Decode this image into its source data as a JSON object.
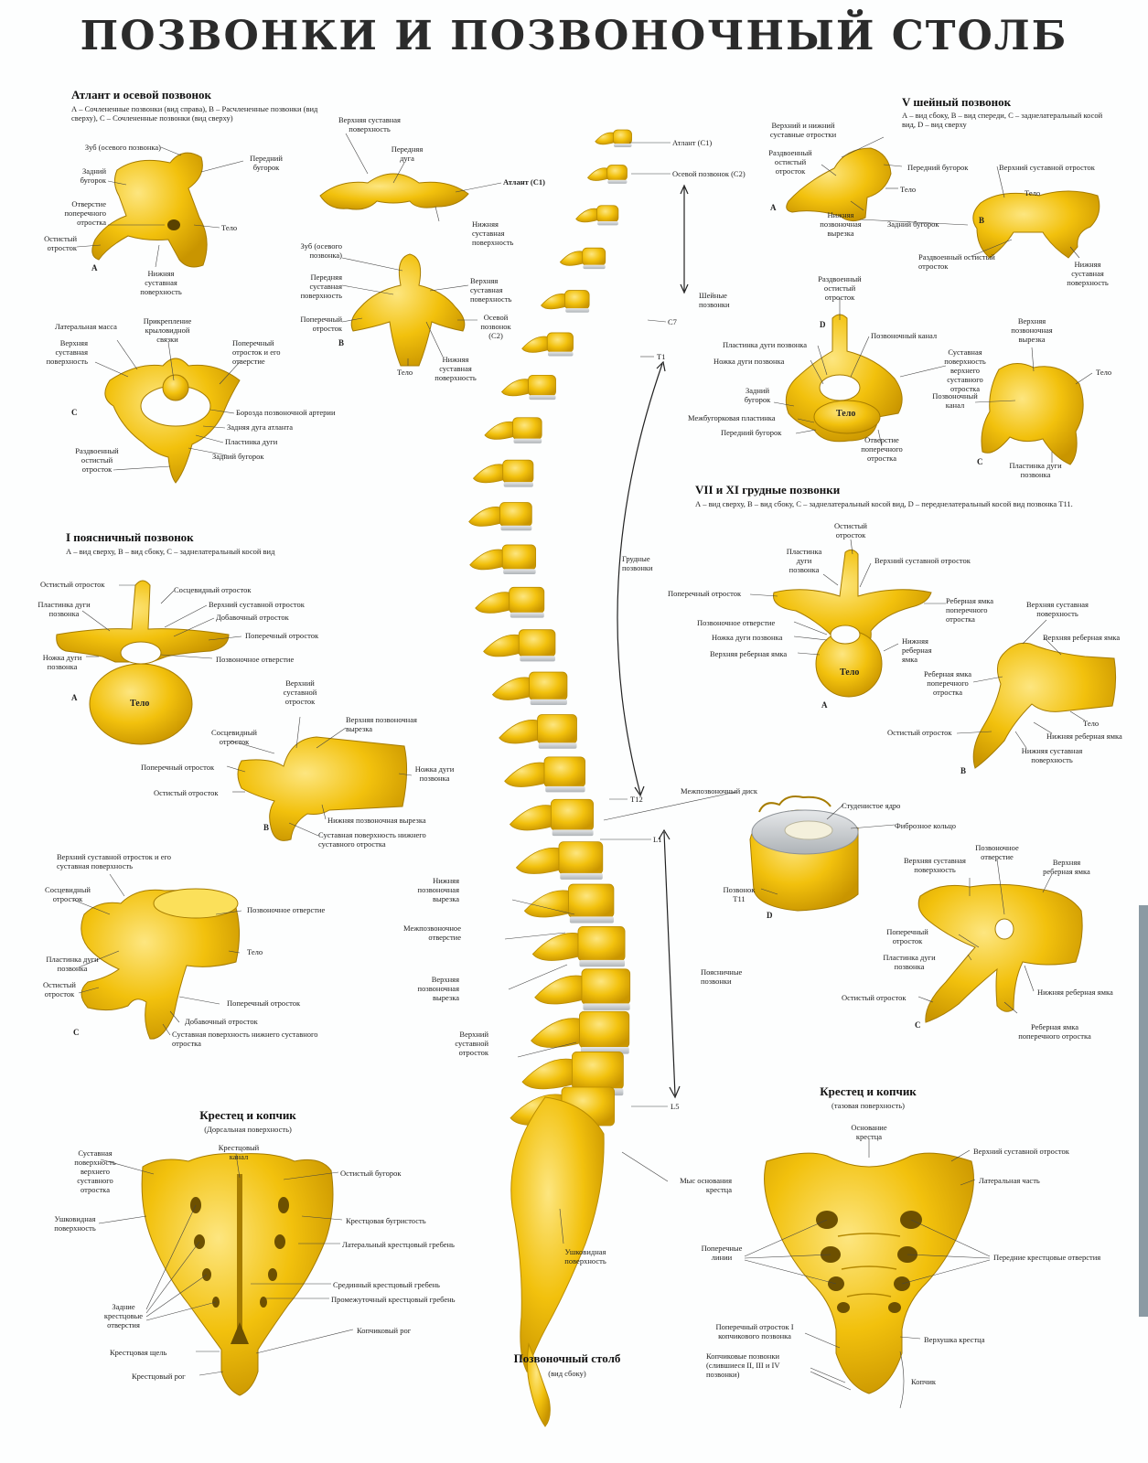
{
  "title": "ПОЗВОНКИ И ПОЗВОНОЧНЫЙ СТОЛБ",
  "colors": {
    "bone": "#f2c10d",
    "bone_light": "#fbe05a",
    "bone_dark": "#b98c00",
    "disc": "#cfd3d6",
    "background": "#fdfefe"
  },
  "column": {
    "title": "Позвоночный столб",
    "subtitle": "(вид сбоку)",
    "labels": {
      "c1": "Атлант (С1)",
      "c2": "Осевой позвонок (С2)",
      "cervical": "Шейные позвонки",
      "c7": "С7",
      "t1": "Т1",
      "thoracic": "Грудные позвонки",
      "t12": "Т12",
      "disc": "Межпозвоночный диск",
      "l1": "L1",
      "lower_notch": "Нижняя позвоночная вырезка",
      "foramen": "Межпозвоночное отверстие",
      "upper_notch": "Верхняя позвоночная вырезка",
      "lumbar": "Поясничные позвонки",
      "sup_process": "Верхний суставной отросток",
      "l5": "L5",
      "promontory": "Мыс основания крестца",
      "auricular": "Ушковидная поверхность"
    }
  },
  "atlas": {
    "title": "Атлант и осевой позвонок",
    "desc": "А – Сочлененные позвонки (вид справа), В – Расчлененные позвонки (вид сверху), С – Сочлененные позвонки (вид сверху)",
    "letters": {
      "a": "А",
      "b": "В",
      "c": "С"
    },
    "labels": {
      "dens": "Зуб (осевого позвонка)",
      "post_tub": "Задний бугорок",
      "ant_tub": "Передний бугорок",
      "trans_for": "Отверстие поперечного отростка",
      "body": "Тело",
      "spinous": "Остистый отросток",
      "inf_art": "Нижняя суставная поверхность",
      "sup_art": "Верхняя суставная поверхность",
      "ant_arch": "Передняя дуга",
      "atlas": "Атлант (С1)",
      "inf_art2": "Нижняя суставная поверхность",
      "dens2": "Зуб (осевого позвонка)",
      "ant_art": "Передняя суставная поверхность",
      "transverse": "Поперечный отросток",
      "body2": "Тело",
      "sup_art2": "Верхняя суставная поверхность",
      "axis": "Осевой позвонок (С2)",
      "inf_art3": "Нижняя суставная поверхность",
      "lat_mass": "Латеральная масса",
      "alar": "Прикрепление крыловидной связки",
      "sup_art3": "Верхняя суставная поверхность",
      "trans2": "Поперечный отросток и его отверстие",
      "vert_art": "Борозда позвоночной артерии",
      "post_arch": "Задняя дуга атланта",
      "lamina": "Пластинка дуги",
      "post_tub2": "Задний бугорок",
      "bifid": "Раздвоенный остистый отросток"
    }
  },
  "cervical5": {
    "title": "V шейный позвонок",
    "desc": "А – вид сбоку, В – вид спереди, С – заднелатеральный косой вид, D – вид сверху",
    "letters": {
      "a": "А",
      "b": "В",
      "c": "С",
      "d": "D"
    },
    "labels": {
      "sup_inf": "Верхний и нижний суставные отростки",
      "bifid": "Раздвоенный остистый отросток",
      "ant_tub": "Передний бугорок",
      "sup_proc": "Верхний суставной отросток",
      "body": "Тело",
      "inf_notch": "Нижняя позвоночная вырезка",
      "post_tub": "Задний бугорок",
      "bifid2": "Раздвоенный остистый отросток",
      "inf_art": "Нижняя суставная поверхность",
      "bifid3": "Раздвоенный остистый отросток",
      "canal": "Позвоночный канал",
      "lamina": "Пластинка дуги позвонка",
      "pedicle": "Ножка дуги позвонка",
      "post_tub2": "Задний бугорок",
      "inter_lam": "Межбугорковая пластинка",
      "ant_tub2": "Передний бугорок",
      "body2": "Тело",
      "art_surf": "Суставная поверхность верхнего суставного отростка",
      "trans_for": "Отверстие поперечного отростка",
      "sup_notch": "Верхняя позвоночная вырезка",
      "canal2": "Позвоночный канал",
      "body3": "Тело",
      "lamina2": "Пластинка дуги позвонка"
    }
  },
  "thoracic": {
    "title": "VII и XI грудные позвонки",
    "desc": "А – вид сверху, В – вид сбоку, С – заднелатеральный косой вид, D – переднелатеральный косой вид позвонка Т11.",
    "letters": {
      "a": "А",
      "b": "В",
      "c": "С",
      "d": "D"
    },
    "labels": {
      "spinous": "Остистый отросток",
      "lamina": "Пластинка дуги позвонка",
      "sup_proc": "Верхний суставной отросток",
      "transverse": "Поперечный отросток",
      "costal_trans": "Реберная ямка поперечного отростка",
      "foramen": "Позвоночное отверстие",
      "pedicle": "Ножка дуги позвонка",
      "inf_costal": "Нижняя реберная ямка",
      "sup_costal": "Верхняя реберная ямка",
      "body": "Тело",
      "sup_art": "Верхняя суставная поверхность",
      "sup_costal2": "Верхняя реберная ямка",
      "costal_trans2": "Реберная ямка поперечного отростка",
      "body2": "Тело",
      "spinous2": "Остистый отросток",
      "inf_costal2": "Нижняя реберная ямка",
      "inf_art": "Нижняя суставная поверхность",
      "nucleus": "Студенистое ядро",
      "annulus": "Фиброзное кольцо",
      "t11": "Позвонок Т11",
      "sup_art2": "Верхняя суставная поверхность",
      "foramen2": "Позвоночное отверстие",
      "sup_costal3": "Верхняя реберная ямка",
      "transverse2": "Поперечный отросток",
      "lamina2": "Пластинка дуги позвонка",
      "inf_costal3": "Нижняя реберная ямка",
      "spinous3": "Остистый отросток",
      "costal_trans3": "Реберная ямка поперечного отростка"
    }
  },
  "lumbar": {
    "title": "I поясничный позвонок",
    "desc": "А – вид сверху, В – вид сбоку, С – заднелатеральный косой вид",
    "letters": {
      "a": "А",
      "b": "В",
      "c": "С"
    },
    "labels": {
      "spinous": "Остистый отросток",
      "mamillary": "Сосцевидный отросток",
      "lamina": "Пластинка дуги позвонка",
      "sup_proc": "Верхний суставной отросток",
      "accessory": "Добавочный отросток",
      "transverse": "Поперечный отросток",
      "pedicle": "Ножка дуги позвонка",
      "foramen": "Позвоночное отверстие",
      "body": "Тело",
      "sup_proc2": "Верхний суставной отросток",
      "sup_notch": "Верхняя позвоночная вырезка",
      "mamillary2": "Сосцевидный отросток",
      "transverse2": "Поперечный отросток",
      "pedicle2": "Ножка дуги позвонка",
      "spinous2": "Остистый отросток",
      "inf_notch": "Нижняя позвоночная вырезка",
      "inf_art": "Суставная поверхность нижнего суставного отростка",
      "sup_art": "Верхний суставной отросток и его суставная поверхность",
      "mamillary3": "Сосцевидный отросток",
      "foramen2": "Позвоночное отверстие",
      "body2": "Тело",
      "lamina2": "Пластинка дуги позвонка",
      "spinous3": "Остистый отросток",
      "transverse3": "Поперечный отросток",
      "accessory2": "Добавочный отросток",
      "inf_art2": "Суставная поверхность нижнего суставного отростка"
    }
  },
  "sacrum_dorsal": {
    "title": "Крестец и копчик",
    "subtitle": "(Дорсальная поверхность)",
    "labels": {
      "art_surf": "Суставная поверхность верхнего суставного отростка",
      "canal": "Крестцовый канал",
      "spinous_tub": "Остистый бугорок",
      "auricular": "Ушковидная поверхность",
      "tuberosity": "Крестцовая бугристость",
      "lat_crest": "Латеральный крестцовый гребень",
      "median_crest": "Срединный крестцовый гребень",
      "inter_crest": "Промежуточный крестцовый гребень",
      "post_foramina": "Задние крестцовые отверстия",
      "horn_cocc": "Копчиковый рог",
      "hiatus": "Крестцовая щель",
      "horn_sac": "Крестцовый рог"
    }
  },
  "sacrum_pelvic": {
    "title": "Крестец и копчик",
    "subtitle": "(тазовая поверхность)",
    "labels": {
      "base": "Основание крестца",
      "sup_proc": "Верхний суставной отросток",
      "lat_part": "Латеральная часть",
      "trans_lines": "Поперечные линии",
      "ant_foramina": "Передние крестцовые отверстия",
      "cocc_trans": "Поперечный отросток I копчикового позвонка",
      "apex": "Верхушка крестца",
      "cocc_vert": "Копчиковые позвонки (слившиеся II, III и IV позвонки)",
      "coccyx": "Копчик"
    }
  }
}
